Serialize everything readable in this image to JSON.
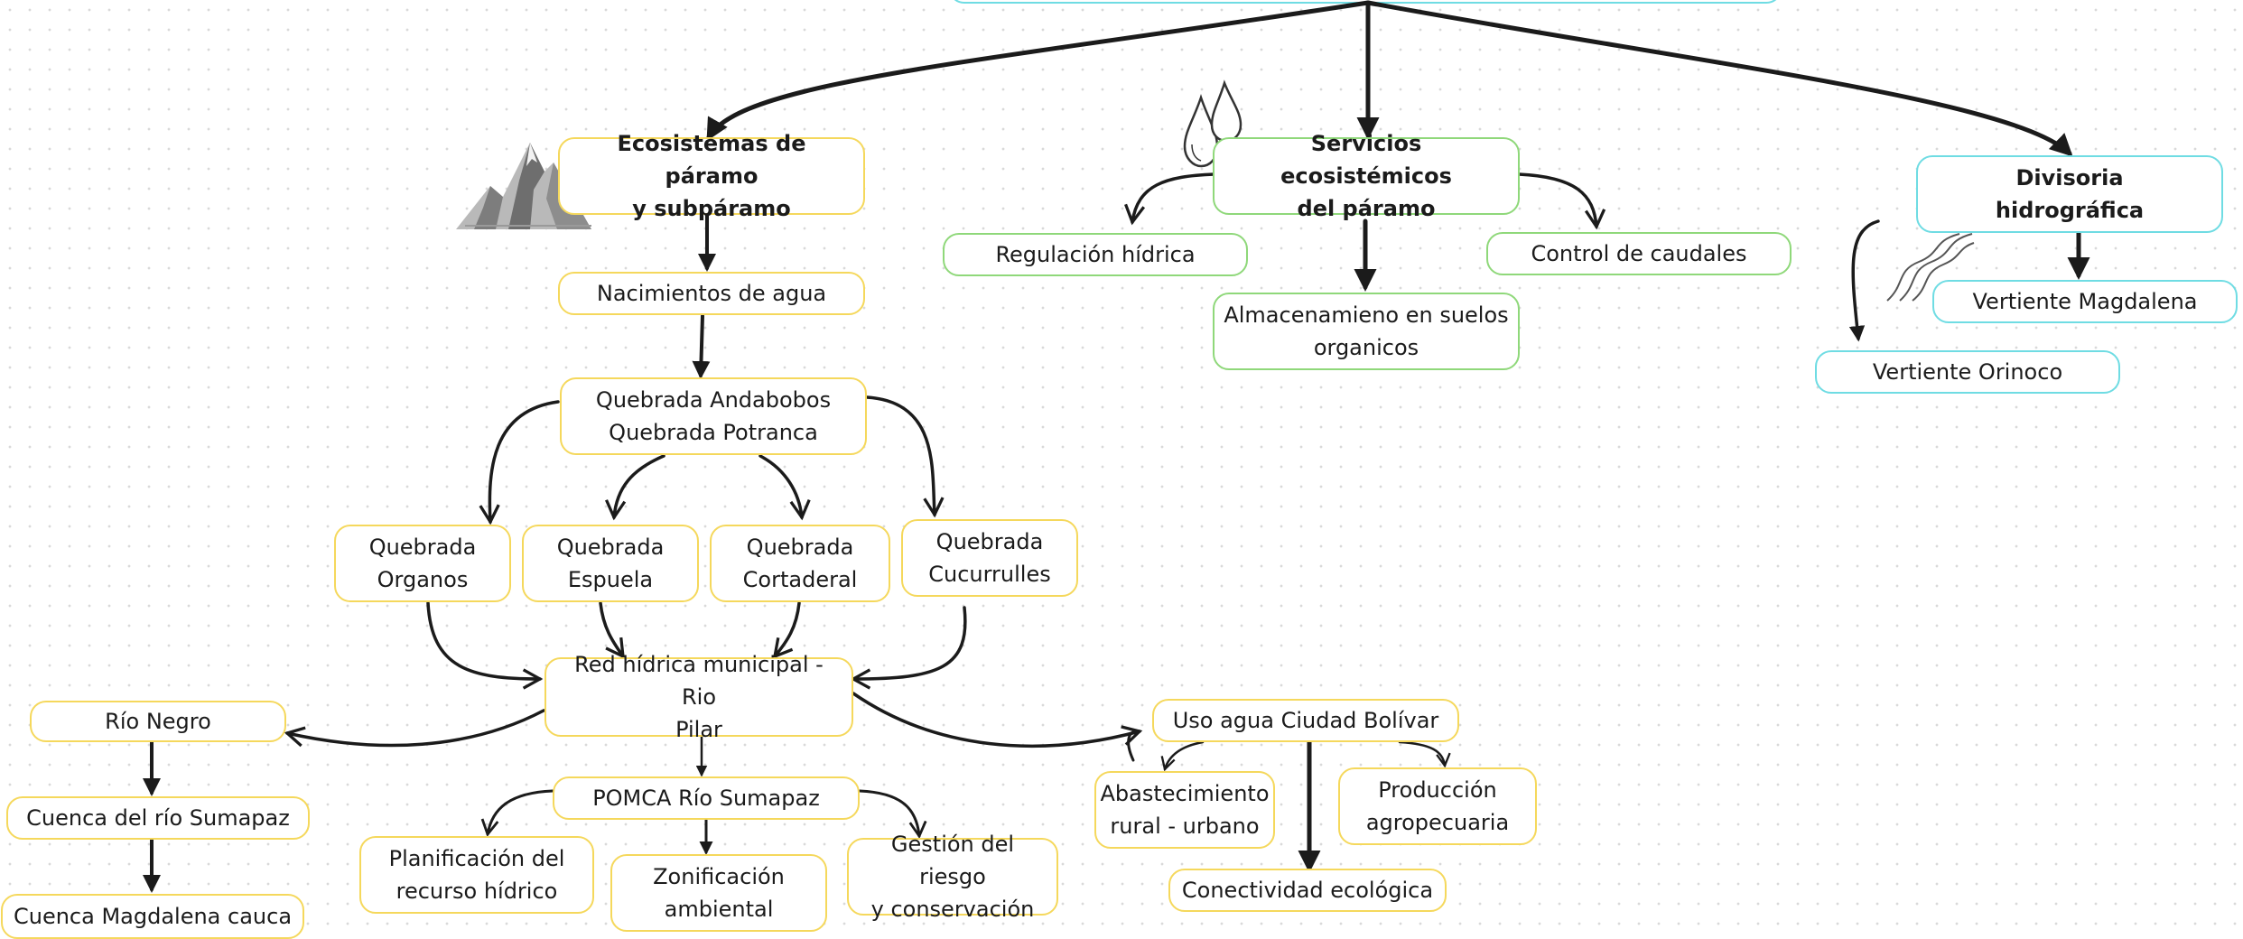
{
  "colors": {
    "yellow_border": "#f5d85c",
    "green_border": "#8fd87a",
    "cyan_border": "#6fdce3",
    "edge": "#1b1b1b"
  },
  "nodes": {
    "paramo": "Ecosistemas de páramo\ny subpáramo",
    "nacimientos": "Nacimientos de agua",
    "andabobos": "Quebrada Andabobos\nQuebrada Potranca",
    "organos": "Quebrada\nOrganos",
    "espuela": "Quebrada\nEspuela",
    "cortaderal": "Quebrada\nCortaderal",
    "cucurrulles": "Quebrada\nCucurrulles",
    "red_hidrica": "Red hídrica municipal - Rio\nPilar",
    "rio_negro": "Río Negro",
    "cuenca_sumapaz": "Cuenca del río Sumapaz",
    "cuenca_magdalena": "Cuenca Magdalena cauca",
    "pomca": "POMCA Río Sumapaz",
    "planificacion": "Planificación del\nrecurso hídrico",
    "zonificacion": "Zonificación\nambiental",
    "gestion": "Gestión del riesgo\ny conservación",
    "uso_agua": "Uso agua Ciudad Bolívar",
    "abastecimiento": "Abastecimiento\nrural - urbano",
    "produccion": "Producción\nagropecuaria",
    "conectividad": "Conectividad ecológica",
    "servicios": "Servicios ecosistémicos\ndel páramo",
    "regulacion": "Regulación hídrica",
    "control": "Control de caudales",
    "almacenamiento": "Almacenamieno en suelos\norganicos",
    "divisoria": "Divisoria\nhidrográfica",
    "vertiente_magdalena": "Vertiente Magdalena",
    "vertiente_orinoco": "Vertiente Orinoco"
  },
  "icons": [
    "mountains-icon",
    "water-drops-icon",
    "river-icon"
  ]
}
